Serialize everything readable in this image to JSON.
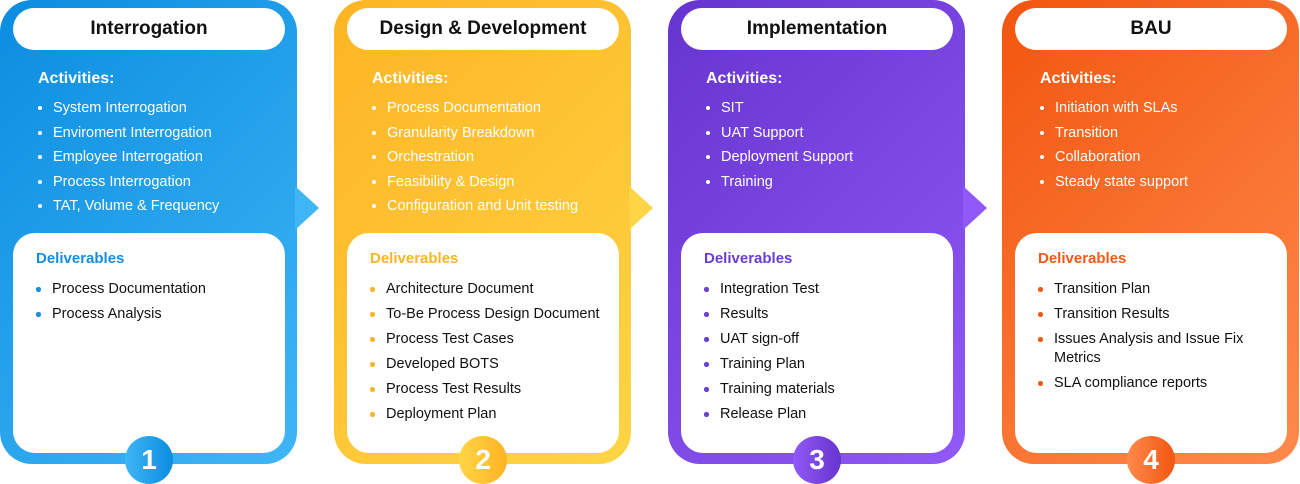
{
  "phases": [
    {
      "number": "1",
      "title": "Interrogation",
      "activities_label": "Activities:",
      "activities": [
        "System Interrogation",
        "Enviroment Interrogation",
        "Employee Interrogation",
        "Process Interrogation",
        "TAT, Volume & Frequency"
      ],
      "deliverables_label": "Deliverables",
      "deliverables": [
        "Process Documentation",
        "Process Analysis"
      ],
      "colors": {
        "start": "#0b8de0",
        "end": "#3fb6f6",
        "accent": "#168fe0"
      }
    },
    {
      "number": "2",
      "title": "Design & Development",
      "activities_label": "Activities:",
      "activities": [
        "Process Documentation",
        "Granularity Breakdown",
        "Orchestration",
        "Feasibility & Design",
        "Configuration and Unit testing"
      ],
      "deliverables_label": "Deliverables",
      "deliverables": [
        "Architecture Document",
        "To-Be Process Design Document",
        "Process Test Cases",
        "Developed BOTS",
        "Process Test Results",
        "Deployment Plan"
      ],
      "colors": {
        "start": "#fdb424",
        "end": "#ffd545",
        "accent": "#f8b528"
      }
    },
    {
      "number": "3",
      "title": "Implementation",
      "activities_label": "Activities:",
      "activities": [
        "SIT",
        "UAT Support",
        "Deployment Support",
        "Training"
      ],
      "deliverables_label": "Deliverables",
      "deliverables": [
        "Integration Test",
        "Results",
        "UAT sign-off",
        "Training Plan",
        "Training materials",
        "Release Plan"
      ],
      "colors": {
        "start": "#6634cf",
        "end": "#9159f7",
        "accent": "#6b3ed2"
      }
    },
    {
      "number": "4",
      "title": "BAU",
      "activities_label": "Activities:",
      "activities": [
        "Initiation with SLAs",
        "Transition",
        "Collaboration",
        "Steady state support"
      ],
      "deliverables_label": "Deliverables",
      "deliverables": [
        "Transition Plan",
        "Transition Results",
        "Issues Analysis and Issue Fix Metrics",
        "SLA compliance reports"
      ],
      "colors": {
        "start": "#f2560f",
        "end": "#ff8a4c",
        "accent": "#f05a18"
      }
    }
  ]
}
